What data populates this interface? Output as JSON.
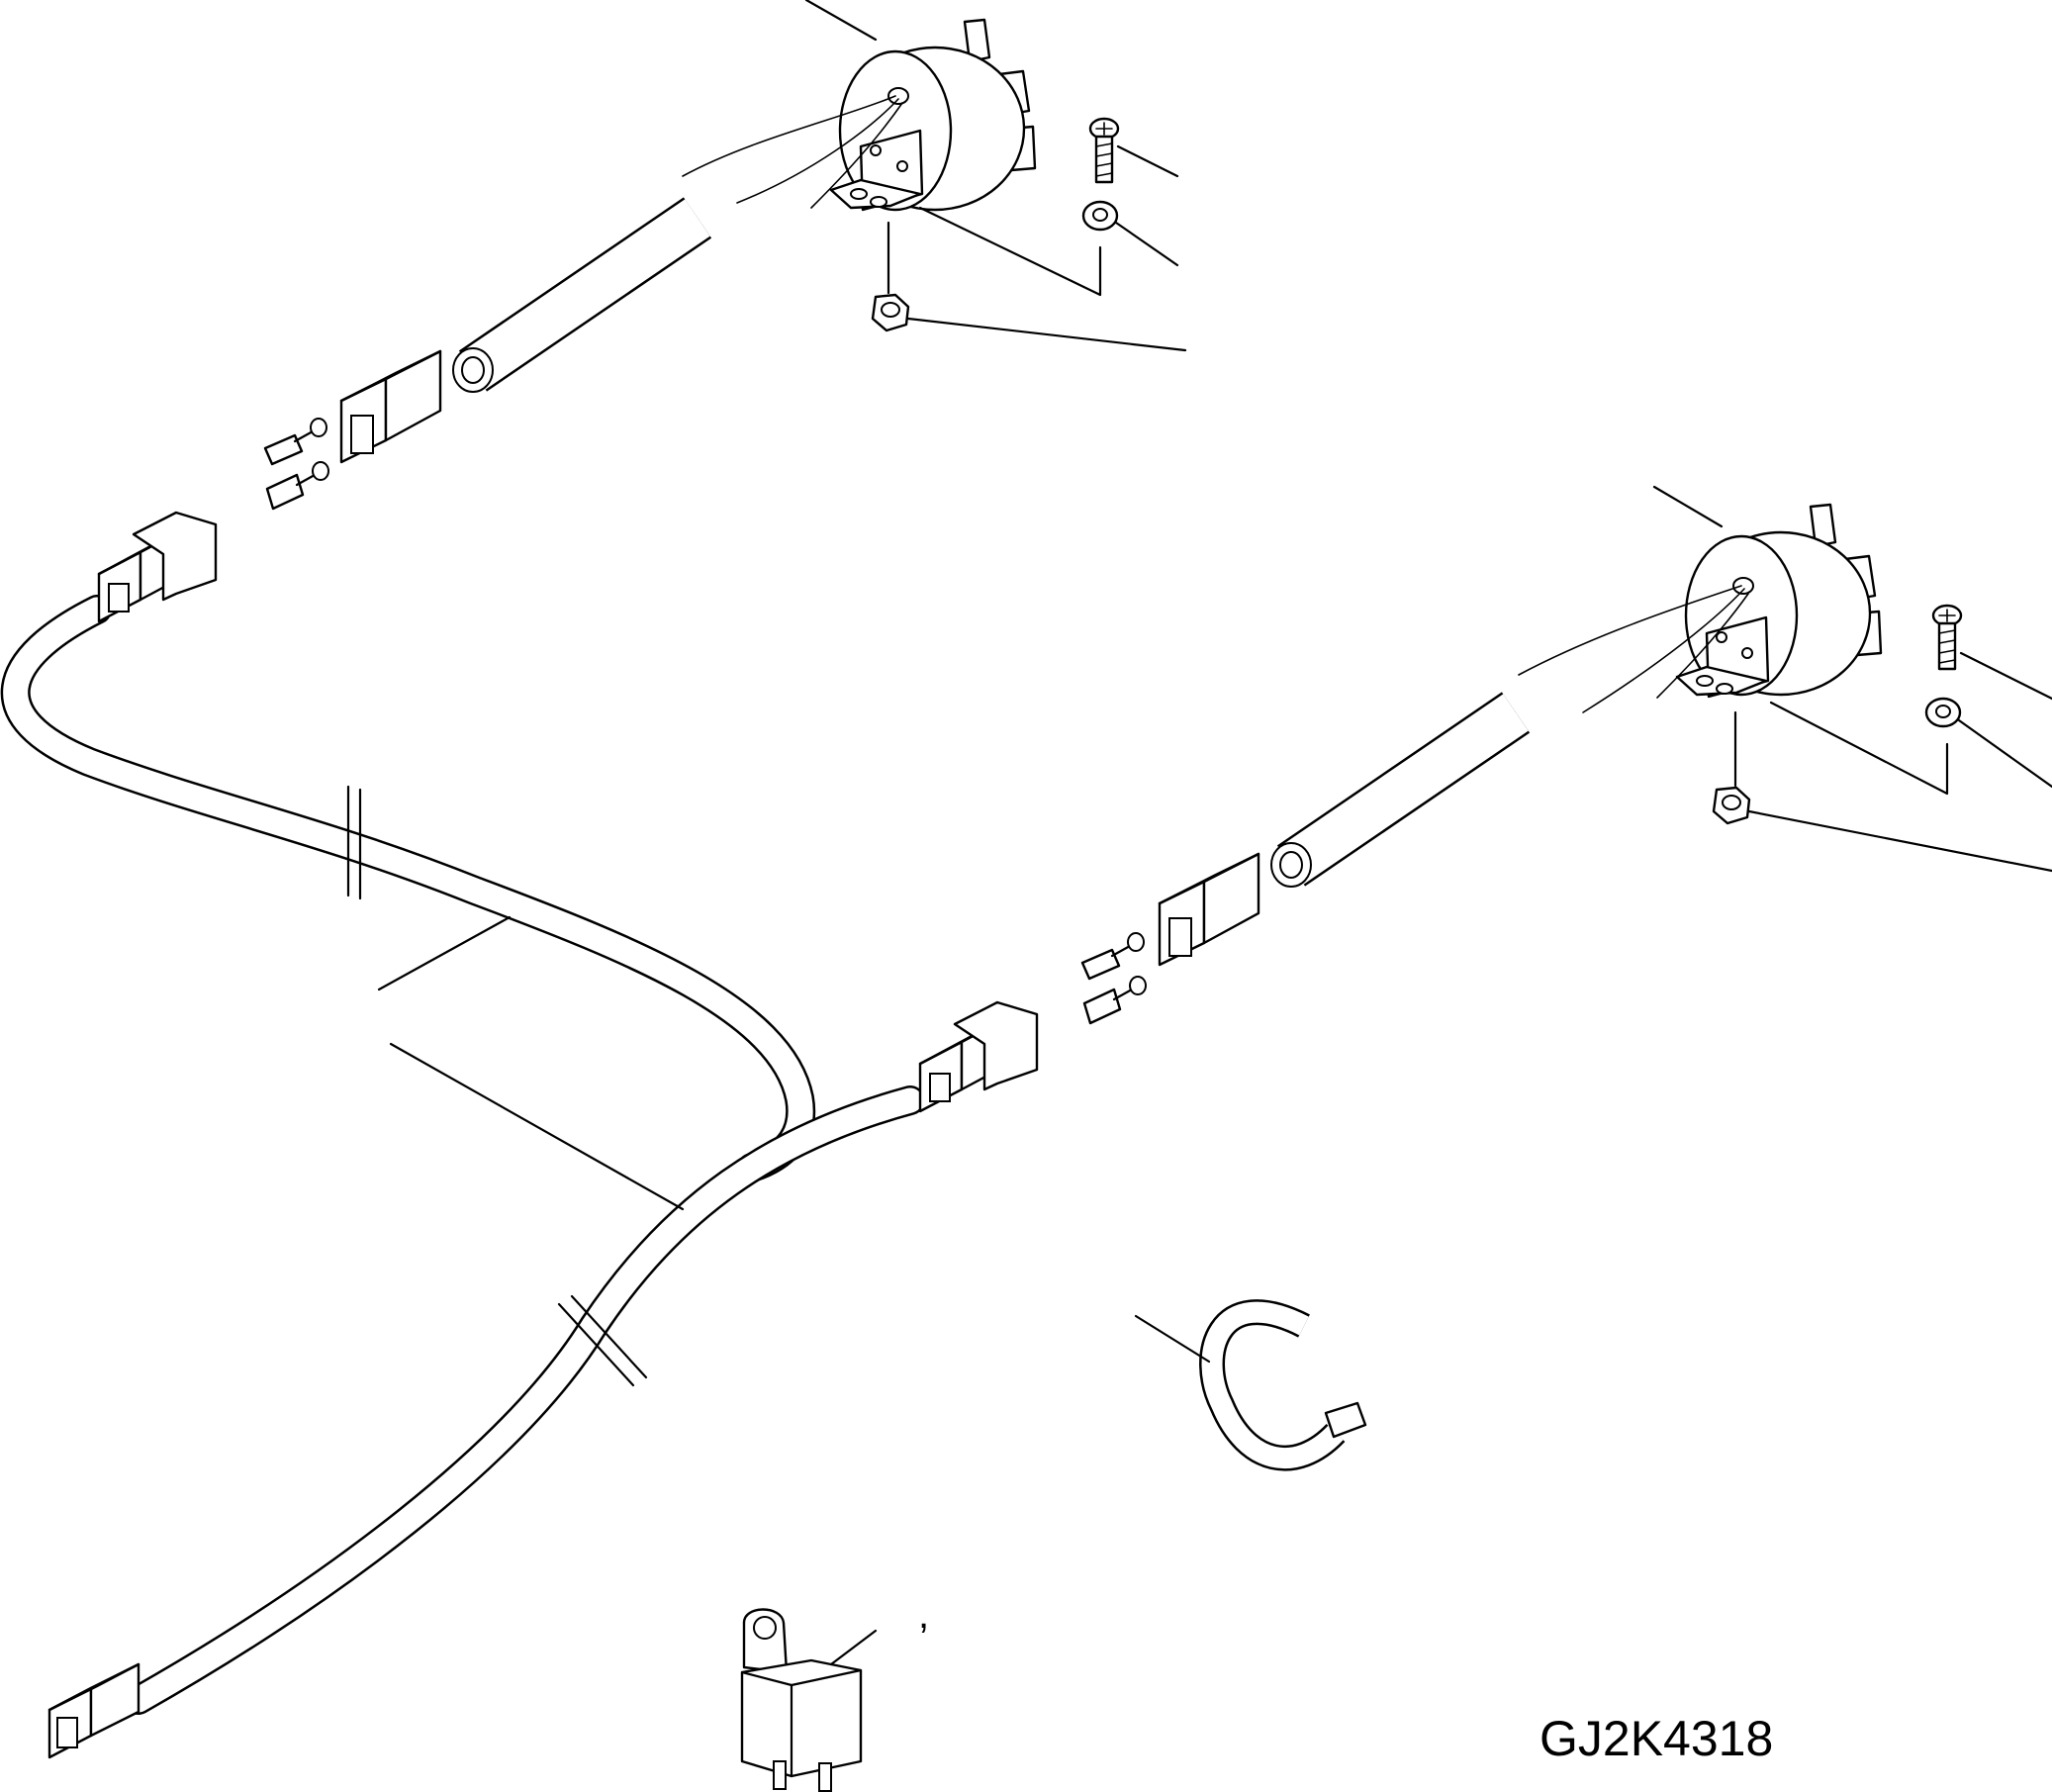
{
  "drawing": {
    "code": "GJ2K4318",
    "mark": ","
  },
  "parts": [
    {
      "name": "horn-1"
    },
    {
      "name": "horn-2"
    },
    {
      "name": "bolt"
    },
    {
      "name": "lock-washer"
    },
    {
      "name": "nut"
    },
    {
      "name": "protective-tube"
    },
    {
      "name": "connector-housing"
    },
    {
      "name": "terminal"
    },
    {
      "name": "wiring-harness"
    },
    {
      "name": "cable-band"
    },
    {
      "name": "relay"
    }
  ]
}
